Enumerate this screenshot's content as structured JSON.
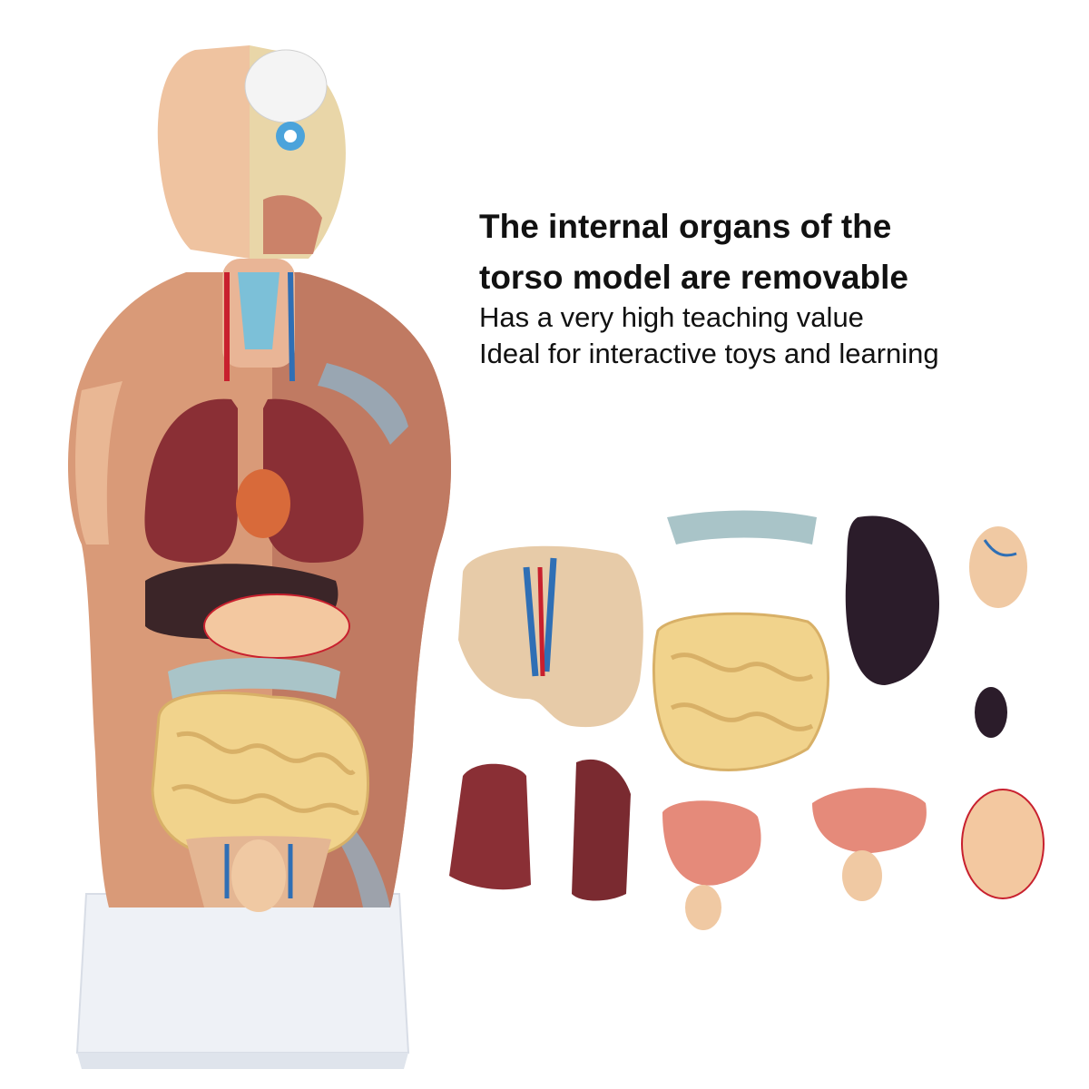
{
  "headline": {
    "line1": "The internal organs of the",
    "line2": "torso model are removable"
  },
  "features": [
    "Has a very high teaching value",
    "Ideal for interactive toys and learning"
  ],
  "colors": {
    "background": "#ffffff",
    "text": "#111111",
    "skin": "#e8b08a",
    "muscle": "#c07a62",
    "lung": "#8a2f35",
    "intestine": "#f1d38c",
    "liver": "#3b2528",
    "vessel_red": "#c8202e",
    "vessel_blue": "#2f6fb5",
    "base": "#eef1f6"
  },
  "figure": {
    "subject": "human torso anatomy model",
    "parts_shown": [
      "torso-model",
      "head-section",
      "lungs",
      "heart",
      "liver",
      "stomach",
      "intestines",
      "kidney",
      "removable-organs"
    ]
  }
}
